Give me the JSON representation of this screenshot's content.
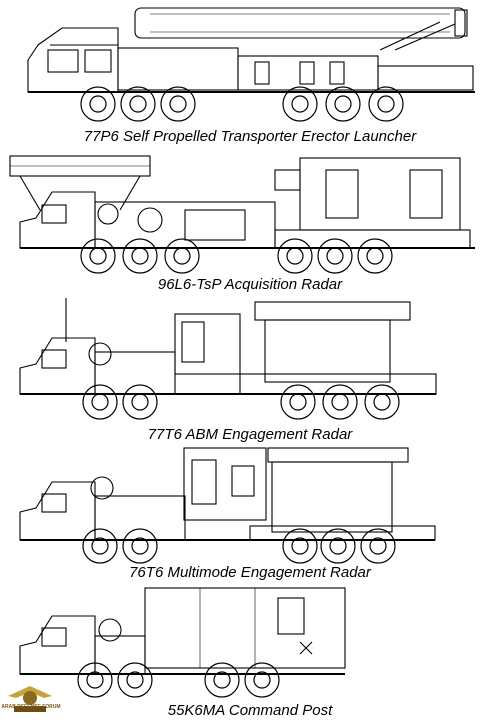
{
  "vehicles": [
    {
      "caption": "77P6 Self Propelled Transporter Erector Launcher"
    },
    {
      "caption": "96L6-TsP Acquisition Radar"
    },
    {
      "caption": "77T6 ABM Engagement Radar"
    },
    {
      "caption": "76T6 Multimode Engagement Radar"
    },
    {
      "caption": "55K6MA Command Post"
    }
  ],
  "logo": {
    "text": "ARAB DEFENSE FORUM"
  }
}
